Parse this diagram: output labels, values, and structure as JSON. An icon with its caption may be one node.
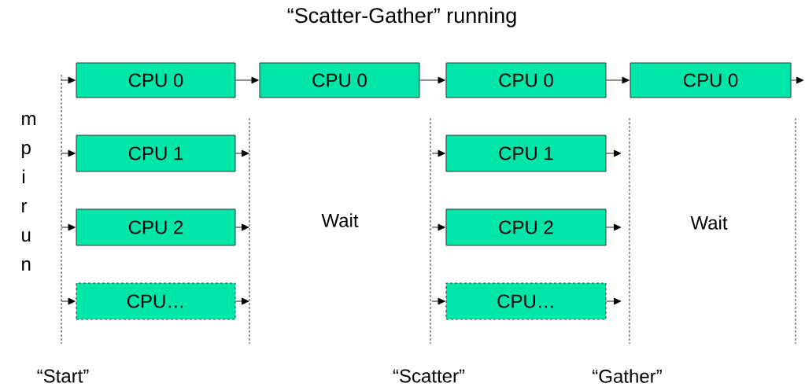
{
  "diagram": {
    "title": "“Scatter-Gather” running",
    "nodes": [
      {
        "text": [
          "CPU 0"
        ]
      },
      {
        "text": [
          "CPU 0"
        ]
      },
      {
        "text": [
          "CPU 0"
        ]
      },
      {
        "text": [
          "CPU 0"
        ]
      },
      {
        "text": [
          "CPU 1"
        ]
      },
      {
        "text": [
          "CPU 2"
        ]
      },
      {
        "text": [
          "CPU…"
        ]
      },
      {
        "text": [
          "CPU 1"
        ]
      },
      {
        "text": [
          "CPU 2"
        ]
      },
      {
        "text": [
          "CPU…"
        ]
      }
    ],
    "edges": [
      {
        "from": null,
        "to": 0,
        "arrow": "to"
      },
      {
        "from": 0,
        "to": 1,
        "arrow": "to"
      },
      {
        "from": 1,
        "to": 2,
        "arrow": "to"
      },
      {
        "from": 2,
        "to": 3,
        "arrow": "to"
      },
      {
        "from": 3,
        "to": null,
        "arrow": "to"
      },
      {
        "from": null,
        "to": 4,
        "arrow": "to"
      },
      {
        "from": 4,
        "to": null,
        "arrow": "to"
      },
      {
        "from": null,
        "to": 5,
        "arrow": "to"
      },
      {
        "from": 5,
        "to": null,
        "arrow": "to"
      },
      {
        "from": null,
        "to": 6,
        "arrow": "to"
      },
      {
        "from": 6,
        "to": null,
        "arrow": "to"
      },
      {
        "from": null,
        "to": 7,
        "arrow": "to"
      },
      {
        "from": 7,
        "to": null,
        "arrow": "to"
      },
      {
        "from": null,
        "to": 8,
        "arrow": "to"
      },
      {
        "from": 8,
        "to": null,
        "arrow": "to"
      },
      {
        "from": null,
        "to": 9,
        "arrow": "to"
      },
      {
        "from": 9,
        "to": null,
        "arrow": "to"
      }
    ],
    "labels": [
      "mpirun",
      "Wait",
      "Wait",
      "“Start”",
      "“Scatter”",
      "“Gather”"
    ]
  }
}
